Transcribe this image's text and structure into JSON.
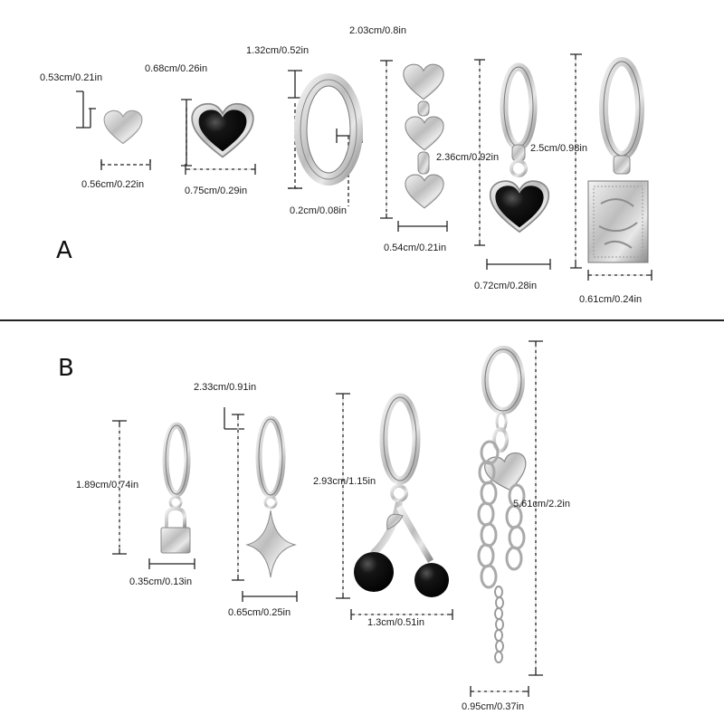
{
  "sections": {
    "a": {
      "label": "A",
      "items": [
        {
          "name": "small-silver-heart-stud",
          "height": "0.53cm/0.21in",
          "width": "0.56cm/0.22in"
        },
        {
          "name": "black-enamel-heart-stud",
          "height": "0.68cm/0.26in",
          "width": "0.75cm/0.29in"
        },
        {
          "name": "plain-huggie-hoop",
          "height": "1.32cm/0.52in",
          "thickness": "0.2cm/0.08in"
        },
        {
          "name": "triple-heart-dangle",
          "height": "2.03cm/0.8in",
          "width": "0.54cm/0.21in"
        },
        {
          "name": "hoop-black-heart-drop",
          "height": "2.36cm/0.92in",
          "width": "0.72cm/0.28in"
        },
        {
          "name": "hoop-rectangle-tag-drop",
          "height": "2.5cm/0.98in",
          "width": "0.61cm/0.24in"
        }
      ]
    },
    "b": {
      "label": "B",
      "items": [
        {
          "name": "hoop-padlock-charm",
          "height": "1.89cm/0.74in",
          "width": "0.35cm/0.13in"
        },
        {
          "name": "hoop-star-charm",
          "height": "2.33cm/0.91in",
          "width": "0.65cm/0.25in"
        },
        {
          "name": "hoop-black-cherry-charm",
          "height": "2.93cm/1.15in",
          "width": "1.3cm/0.51in"
        },
        {
          "name": "hoop-heart-chain-tassel",
          "height": "5.61cm/2.2in",
          "width": "0.95cm/0.37in"
        }
      ]
    }
  },
  "colors": {
    "metal": "#c9c9c9",
    "metal_dark": "#7d7d7d",
    "enamel": "#111111",
    "guide": "#222222"
  }
}
